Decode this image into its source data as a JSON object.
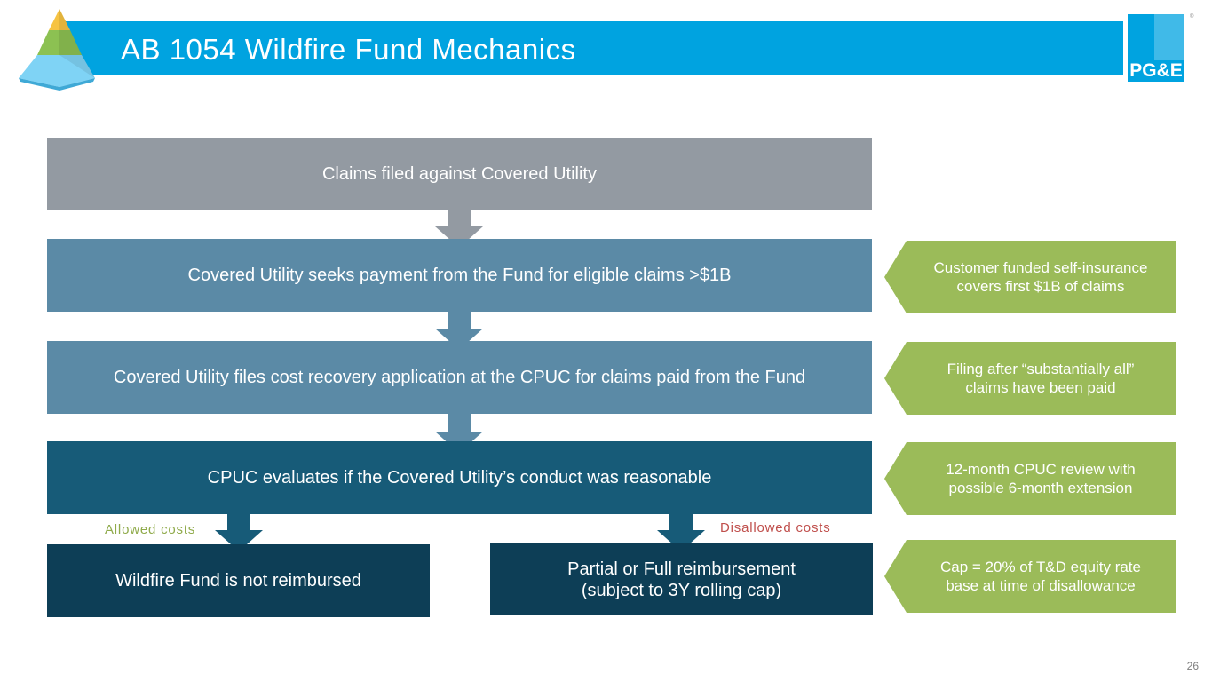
{
  "header": {
    "title": "AB 1054 Wildfire Fund Mechanics",
    "accent_color": "#00a3e0",
    "logo_text": "PG&E"
  },
  "flow": {
    "claims": "Claims filed against Covered Utility",
    "seek_payment": "Covered Utility seeks payment from the Fund for eligible claims >$1B",
    "files_application": "Covered Utility files cost recovery application at the CPUC for claims paid from the Fund",
    "cpuc_evaluates": "CPUC evaluates if the Covered Utility’s conduct was reasonable",
    "allowed_label": "Allowed costs",
    "disallowed_label": "Disallowed costs",
    "not_reimbursed": "Wildfire Fund is not reimbursed",
    "partial_line1": "Partial or Full reimbursement",
    "partial_line2": "(subject to 3Y rolling cap)"
  },
  "callouts": [
    {
      "line1": "Customer funded self-insurance",
      "line2": "covers first $1B of claims"
    },
    {
      "line1": "Filing after “substantially all”",
      "line2": "claims have been paid"
    },
    {
      "line1": "12-month CPUC review with",
      "line2": "possible 6-month extension"
    },
    {
      "line1": "Cap = 20% of T&D equity rate",
      "line2": "base at time of disallowance"
    }
  ],
  "colors": {
    "gray_box": "#939aa2",
    "mid_blue_box": "#5b8aa6",
    "dark_blue_box": "#175b78",
    "navy_box": "#0d3e56",
    "callout_green": "#9bbb59",
    "allowed_green": "#8faa4a",
    "disallowed_red": "#c0504d"
  },
  "footer": {
    "page_number": "26"
  }
}
